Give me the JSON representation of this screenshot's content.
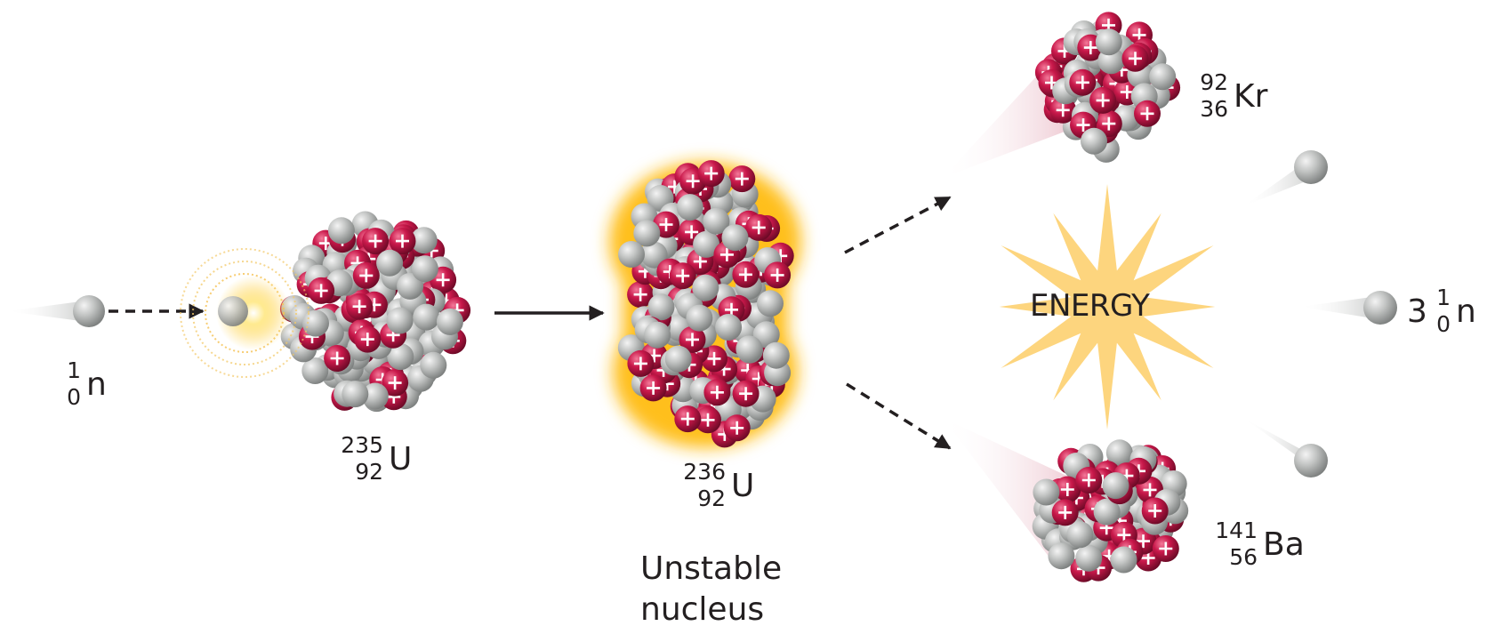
{
  "incoming_neutron": {
    "mass_number": "1",
    "atomic_number": "0",
    "symbol": "n"
  },
  "uranium_235": {
    "mass_number": "235",
    "atomic_number": "92",
    "symbol": "U"
  },
  "uranium_236": {
    "mass_number": "236",
    "atomic_number": "92",
    "symbol": "U"
  },
  "unstable_caption": {
    "line1": "Unstable",
    "line2": "nucleus"
  },
  "krypton": {
    "mass_number": "92",
    "atomic_number": "36",
    "symbol": "Kr"
  },
  "barium": {
    "mass_number": "141",
    "atomic_number": "56",
    "symbol": "Ba"
  },
  "energy_label": "ENERGY",
  "released_neutrons": {
    "coefficient": "3",
    "mass_number": "1",
    "atomic_number": "0",
    "symbol": "n"
  },
  "colors": {
    "proton": "#c8184a",
    "neutron": "#b9bbba",
    "arrow": "#231f20",
    "starburst": "#fdd57e",
    "glow": "#ffc21a"
  },
  "icons": {
    "proton": "plus-sign-sphere",
    "neutron": "gray-sphere",
    "energy": "starburst"
  }
}
